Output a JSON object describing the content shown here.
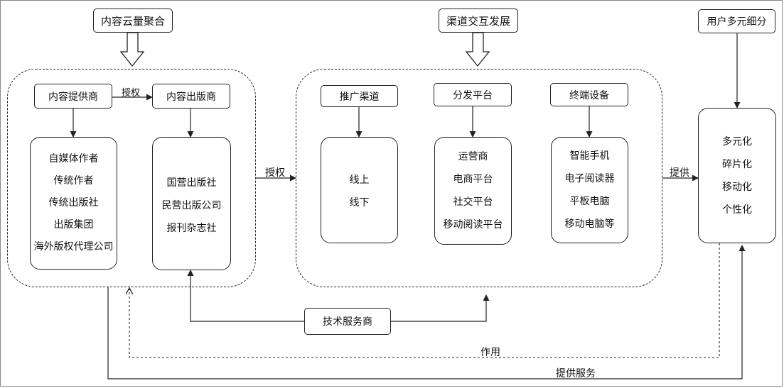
{
  "top_labels": {
    "content": "内容云量聚合",
    "channel": "渠道交互发展",
    "user": "用户多元细分"
  },
  "content_group": {
    "provider": "内容提供商",
    "publisher": "内容出版商",
    "authorize_label": "授权",
    "provider_items": [
      "自媒体作者",
      "传统作者",
      "传统出版社",
      "出版集团",
      "海外版权代理公司"
    ],
    "publisher_items": [
      "国营出版社",
      "民营出版公司",
      "报刊杂志社"
    ]
  },
  "channel_group": {
    "promotion": "推广渠道",
    "distribution": "分发平台",
    "terminal": "终端设备",
    "promotion_items": [
      "线上",
      "线下"
    ],
    "distribution_items": [
      "运营商",
      "电商平台",
      "社交平台",
      "移动阅读平台"
    ],
    "terminal_items": [
      "智能手机",
      "电子阅读器",
      "平板电脑",
      "移动电脑等"
    ]
  },
  "user_items": [
    "多元化",
    "碎片化",
    "移动化",
    "个性化"
  ],
  "edge_labels": {
    "authorize": "授权",
    "provide": "提供",
    "effect": "作用",
    "provide_service": "提供服务"
  },
  "tech_provider": "技术服务商"
}
